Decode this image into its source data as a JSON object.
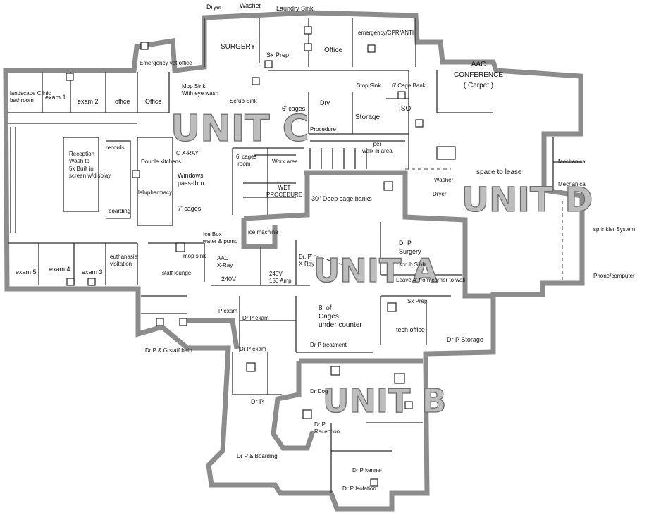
{
  "units": {
    "a": "UNIT A",
    "b": "UNIT B",
    "c": "UNIT C",
    "d": "UNIT D"
  },
  "labels": {
    "dryer_top": "Dryer",
    "washer_top": "Washer",
    "laundry_sink": "Laundry Sink",
    "surgery": "SURGERY",
    "sx_prep_top": "Sx Prep",
    "office_top": "Office",
    "emergency_cpr": "emergency/CPR/ANTI",
    "emergency_vet": "Emergency vet office",
    "aac_conference": "AAC\nCONFERENCE\n( Carpet )",
    "landscape_clinic": "landscape Clinic\nbathroom",
    "exam1": "exam 1",
    "exam2": "exam 2",
    "office_c1": "office",
    "office_c2": "Office",
    "mop_sink": "Mop Sink\nWith eye wash",
    "scrub_sink": "Scrub Sink",
    "cages6": "6' cages",
    "dry": "Dry",
    "storage": "Storage",
    "procedure": "Procedure",
    "stop_sink": "Stop Sink",
    "cage_bank": "6' Cage Bank",
    "iso": "ISO",
    "records": "records",
    "reception": "Reception\nWash to\n5x Built in\nscreen w/display",
    "double_kitchens": "Double kitchens",
    "lab_pharmacy": "lab/pharmacy",
    "cx_ray": "C X-RAY",
    "windows_pass": "Windows\npass-thru",
    "cages7": "7' cages",
    "boarding": "boarding",
    "six_cages_mid": "6' cages\n room",
    "work_area": "Work area",
    "wet_procedure": "WET\nPROCEDURE",
    "walk_in_area": "per\nwalk in area",
    "washer_mid": "Washer",
    "dryer_mid": "Dryer",
    "deep_cage": "30\" Deep cage banks",
    "space_for_lease": "space to lease",
    "mechanical1": "Mechanical",
    "mechanical2": "Mechanical",
    "ice_box": "Ice Box\nwater & pump",
    "ice_machine": "ice machine",
    "dr_p_surgery": "Dr P\nSurgery",
    "scrub_sink_a": "scrub Sink",
    "leave_space": "Leave 4' from corner to wall",
    "sprinkler": "sprinkler System",
    "phone_computer": "Phone/computer",
    "exam5": "exam 5",
    "exam4": "exam 4",
    "exam3": "exam 3",
    "euthanasia": "euthanasia\nvisitation",
    "staff_lounge": "staff lounge",
    "mop_sink_c": "mop sink",
    "aac_xray": "AAC\nX-Ray",
    "xray_a": "Dr. P\nX-Ray",
    "v240": "240V",
    "v240_amp": "240V\n150 Amp",
    "p_exam1": "P exam",
    "p_exam2": "Dr P exam",
    "p_exam3": "Dr P exam",
    "cages_under": "8' of\nCages\nunder counter",
    "p_treatment": "Dr P treatment",
    "sx_prep_a": "Sx Prep",
    "tech_office": "tech office",
    "dr_p_storage": "Dr P Storage",
    "dr_pg_bath": "Dr P & G staff bath",
    "dr_p_left": "Dr P",
    "dr_pg_boarding": "Dr P & Boarding",
    "dr_dog": "Dr Dog",
    "dr_p_reception": "Dr P\nReception",
    "dr_p_kennel": "Dr P kennel",
    "dr_p_bottom": "Dr P Isolation"
  },
  "colors": {
    "wall": "#8c8c8c",
    "unit_fill": "#bdbdbd",
    "unit_stroke": "#6e6e6e",
    "ink": "#111111"
  }
}
